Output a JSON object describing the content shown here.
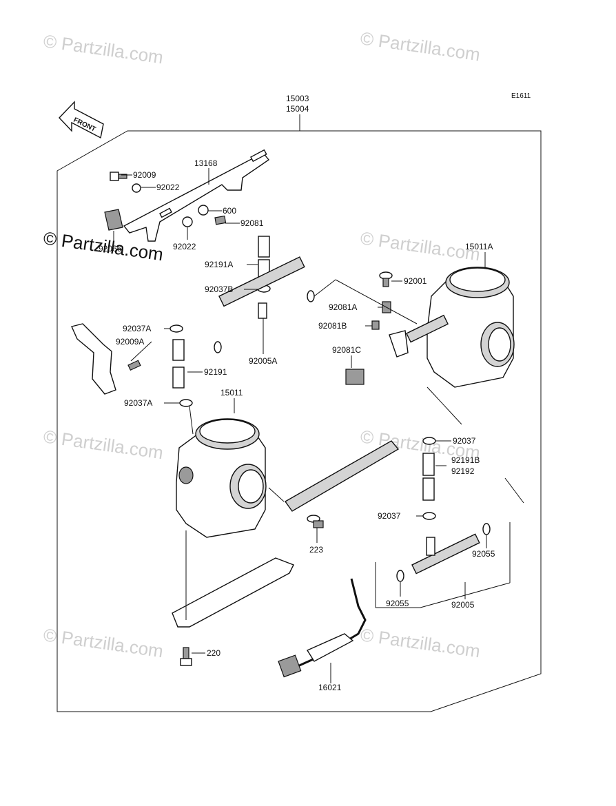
{
  "watermark": "© Partzilla.com",
  "diagram_id": "E1611",
  "front_label": "FRONT",
  "assembly": {
    "line1": "15003",
    "line2": "15004"
  },
  "callouts": {
    "p92009": "92009",
    "p13168": "13168",
    "p92022a": "92022",
    "p600": "600",
    "p92081": "92081",
    "p92066": "92066",
    "p92022b": "92022",
    "p92191A": "92191A",
    "p92037B": "92037B",
    "p92037A_top": "92037A",
    "p92009A": "92009A",
    "p92191": "92191",
    "p92005A": "92005A",
    "p92037A_bot": "92037A",
    "p15011": "15011",
    "p15011A": "15011A",
    "p92001": "92001",
    "p92081A": "92081A",
    "p92081B": "92081B",
    "p92081C": "92081C",
    "p92037_r": "92037",
    "p92191B": "92191B",
    "p92192": "92192",
    "p92037_r2": "92037",
    "p92055_r": "92055",
    "p92055_l": "92055",
    "p92005": "92005",
    "p223": "223",
    "p220": "220",
    "p16021": "16021"
  }
}
